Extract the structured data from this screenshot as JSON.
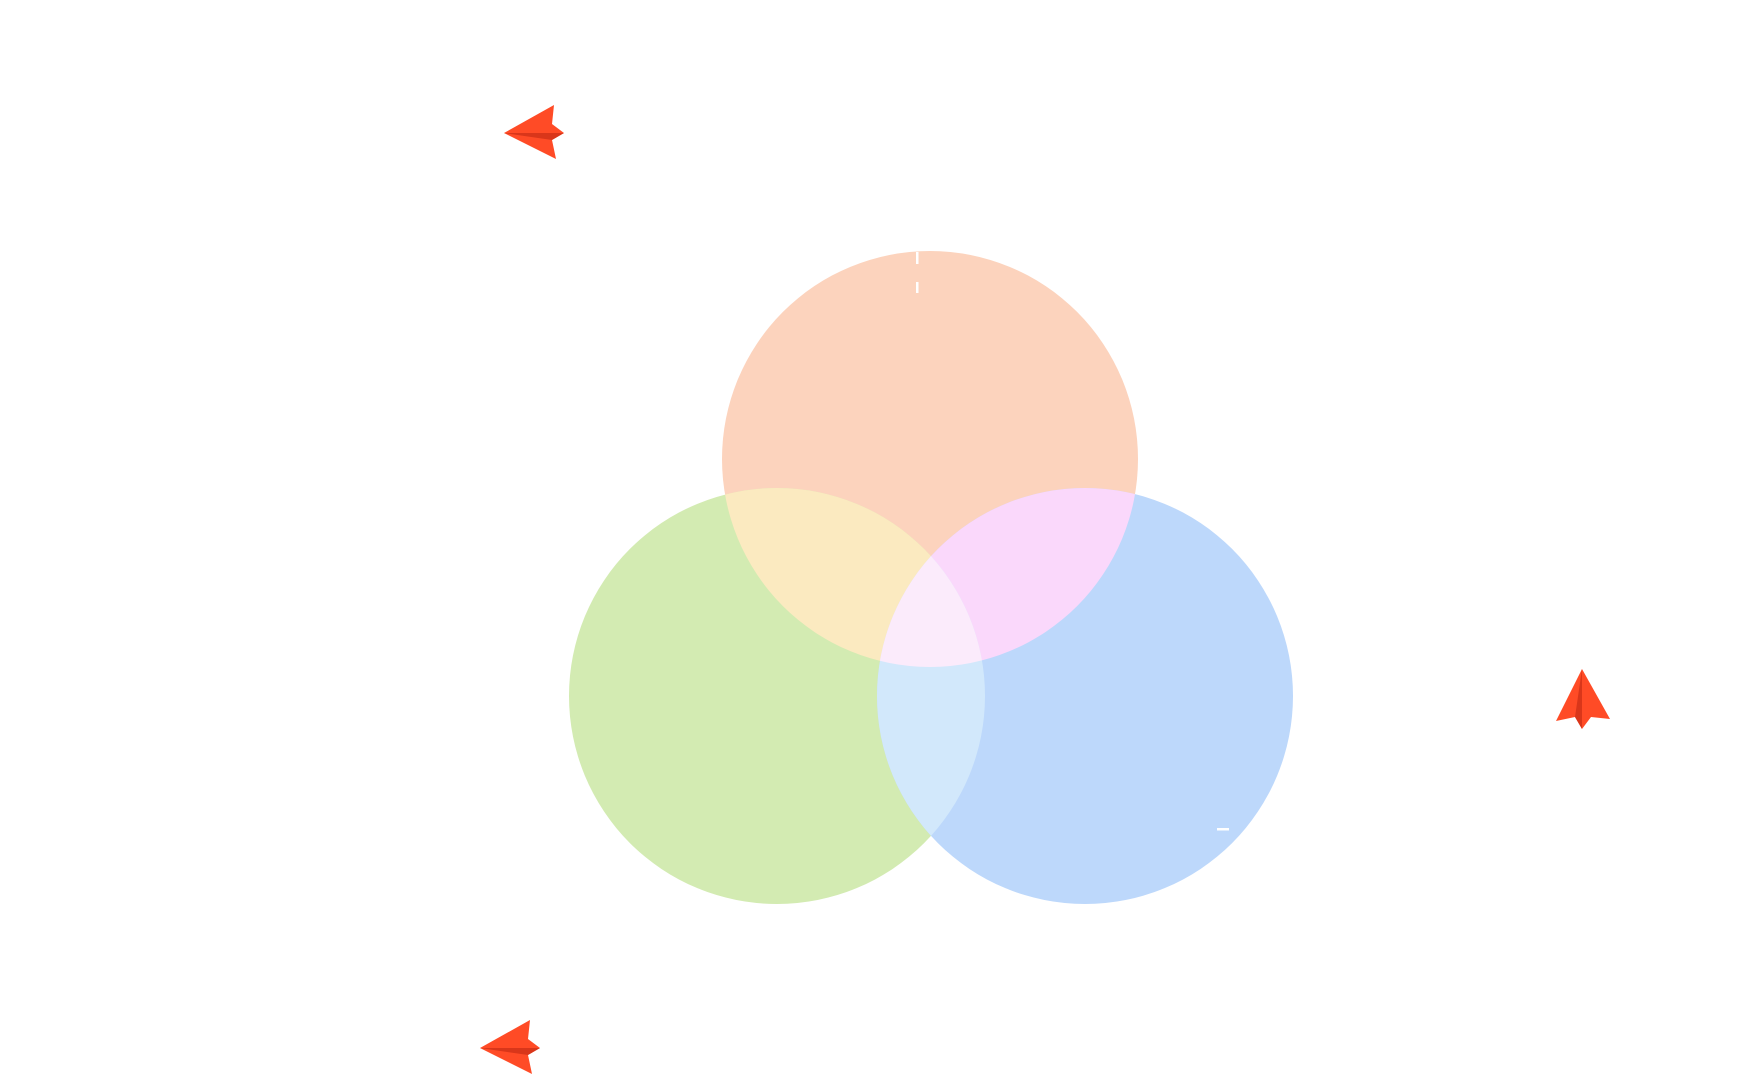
{
  "diagram": {
    "type": "venn",
    "sets": [
      {
        "id": "top",
        "color": "#fcd3bd"
      },
      {
        "id": "left",
        "color": "#d3ebb2"
      },
      {
        "id": "right",
        "color": "#bdd8fb"
      }
    ],
    "overlaps": {
      "top_left": "#fbeac0",
      "top_right": "#fad8fb",
      "left_right": "#d2e8fb",
      "all": "#fbebfb"
    }
  },
  "decorations": {
    "paper_plane_color": "#ff4b26",
    "paper_plane_shade": "#d9361a"
  }
}
